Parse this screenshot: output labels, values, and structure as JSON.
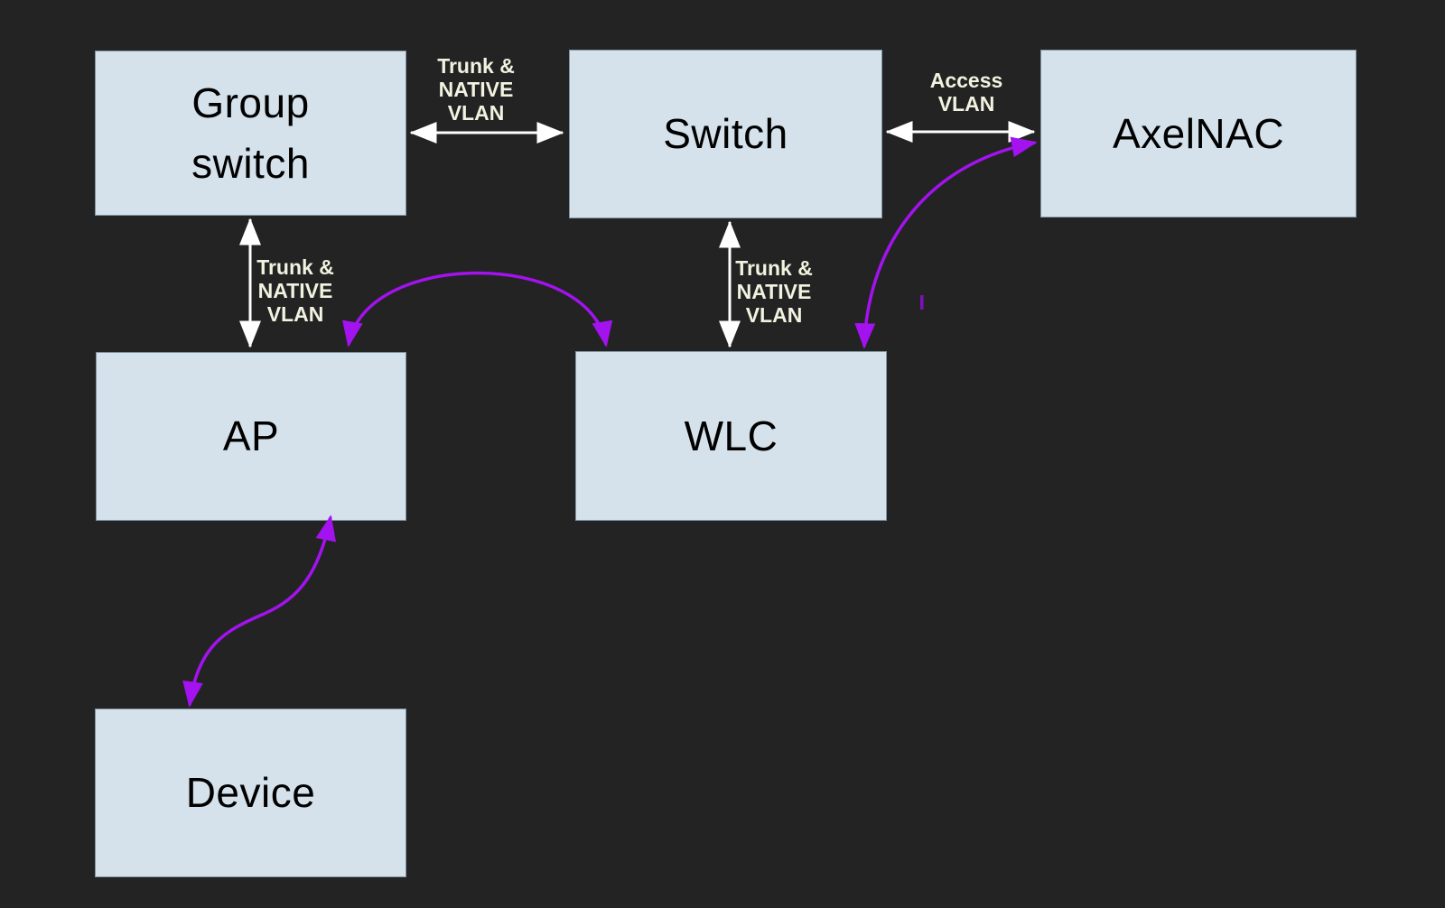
{
  "colors": {
    "background": "#232323",
    "node_fill": "#d5e2eb",
    "node_border": "#7f95a5",
    "node_text": "#000000",
    "connector_label_text": "#f1f2df",
    "white_connector": "#ffffff",
    "purple_connector": "#a312ef"
  },
  "nodes": {
    "group_switch": {
      "label": "Group\nswitch"
    },
    "switch": {
      "label": "Switch"
    },
    "axelnac": {
      "label": "AxelNAC"
    },
    "ap": {
      "label": "AP"
    },
    "wlc": {
      "label": "WLC"
    },
    "device": {
      "label": "Device"
    }
  },
  "edge_labels": {
    "gs_to_switch": "Trunk &\nNATIVE\nVLAN",
    "switch_to_axelnac": "Access\nVLAN",
    "gs_to_ap": "Trunk &\nNATIVE\nVLAN",
    "switch_to_wlc": "Trunk &\nNATIVE\nVLAN"
  },
  "connections": [
    {
      "from": "Group switch",
      "to": "Switch",
      "style": "white-straight-double-arrow",
      "label": "Trunk & NATIVE VLAN"
    },
    {
      "from": "Switch",
      "to": "AxelNAC",
      "style": "white-straight-double-arrow",
      "label": "Access VLAN"
    },
    {
      "from": "Group switch",
      "to": "AP",
      "style": "white-straight-double-arrow",
      "label": "Trunk & NATIVE VLAN"
    },
    {
      "from": "Switch",
      "to": "WLC",
      "style": "white-straight-double-arrow",
      "label": "Trunk & NATIVE VLAN"
    },
    {
      "from": "AP",
      "to": "WLC",
      "style": "purple-curved-double-arrow",
      "label": ""
    },
    {
      "from": "WLC",
      "to": "AxelNAC",
      "style": "purple-curved-double-arrow",
      "label": ""
    },
    {
      "from": "AP",
      "to": "Device",
      "style": "purple-curved-double-arrow",
      "label": ""
    }
  ]
}
